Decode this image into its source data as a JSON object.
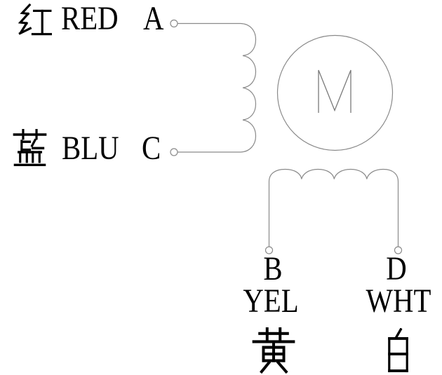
{
  "diagram_type": "stepper-motor-wiring-schematic",
  "colors": {
    "background": "#ffffff",
    "line": "#8a8a8a",
    "text": "#000000"
  },
  "motor": {
    "label": "M"
  },
  "leads": {
    "a": {
      "hanzi": "红",
      "color_code": "RED",
      "terminal": "A"
    },
    "c": {
      "hanzi": "蓝",
      "color_code": "BLU",
      "terminal": "C"
    },
    "b": {
      "terminal": "B",
      "color_code": "YEL",
      "hanzi": "黄"
    },
    "d": {
      "terminal": "D",
      "color_code": "WHT",
      "hanzi": "白"
    }
  }
}
